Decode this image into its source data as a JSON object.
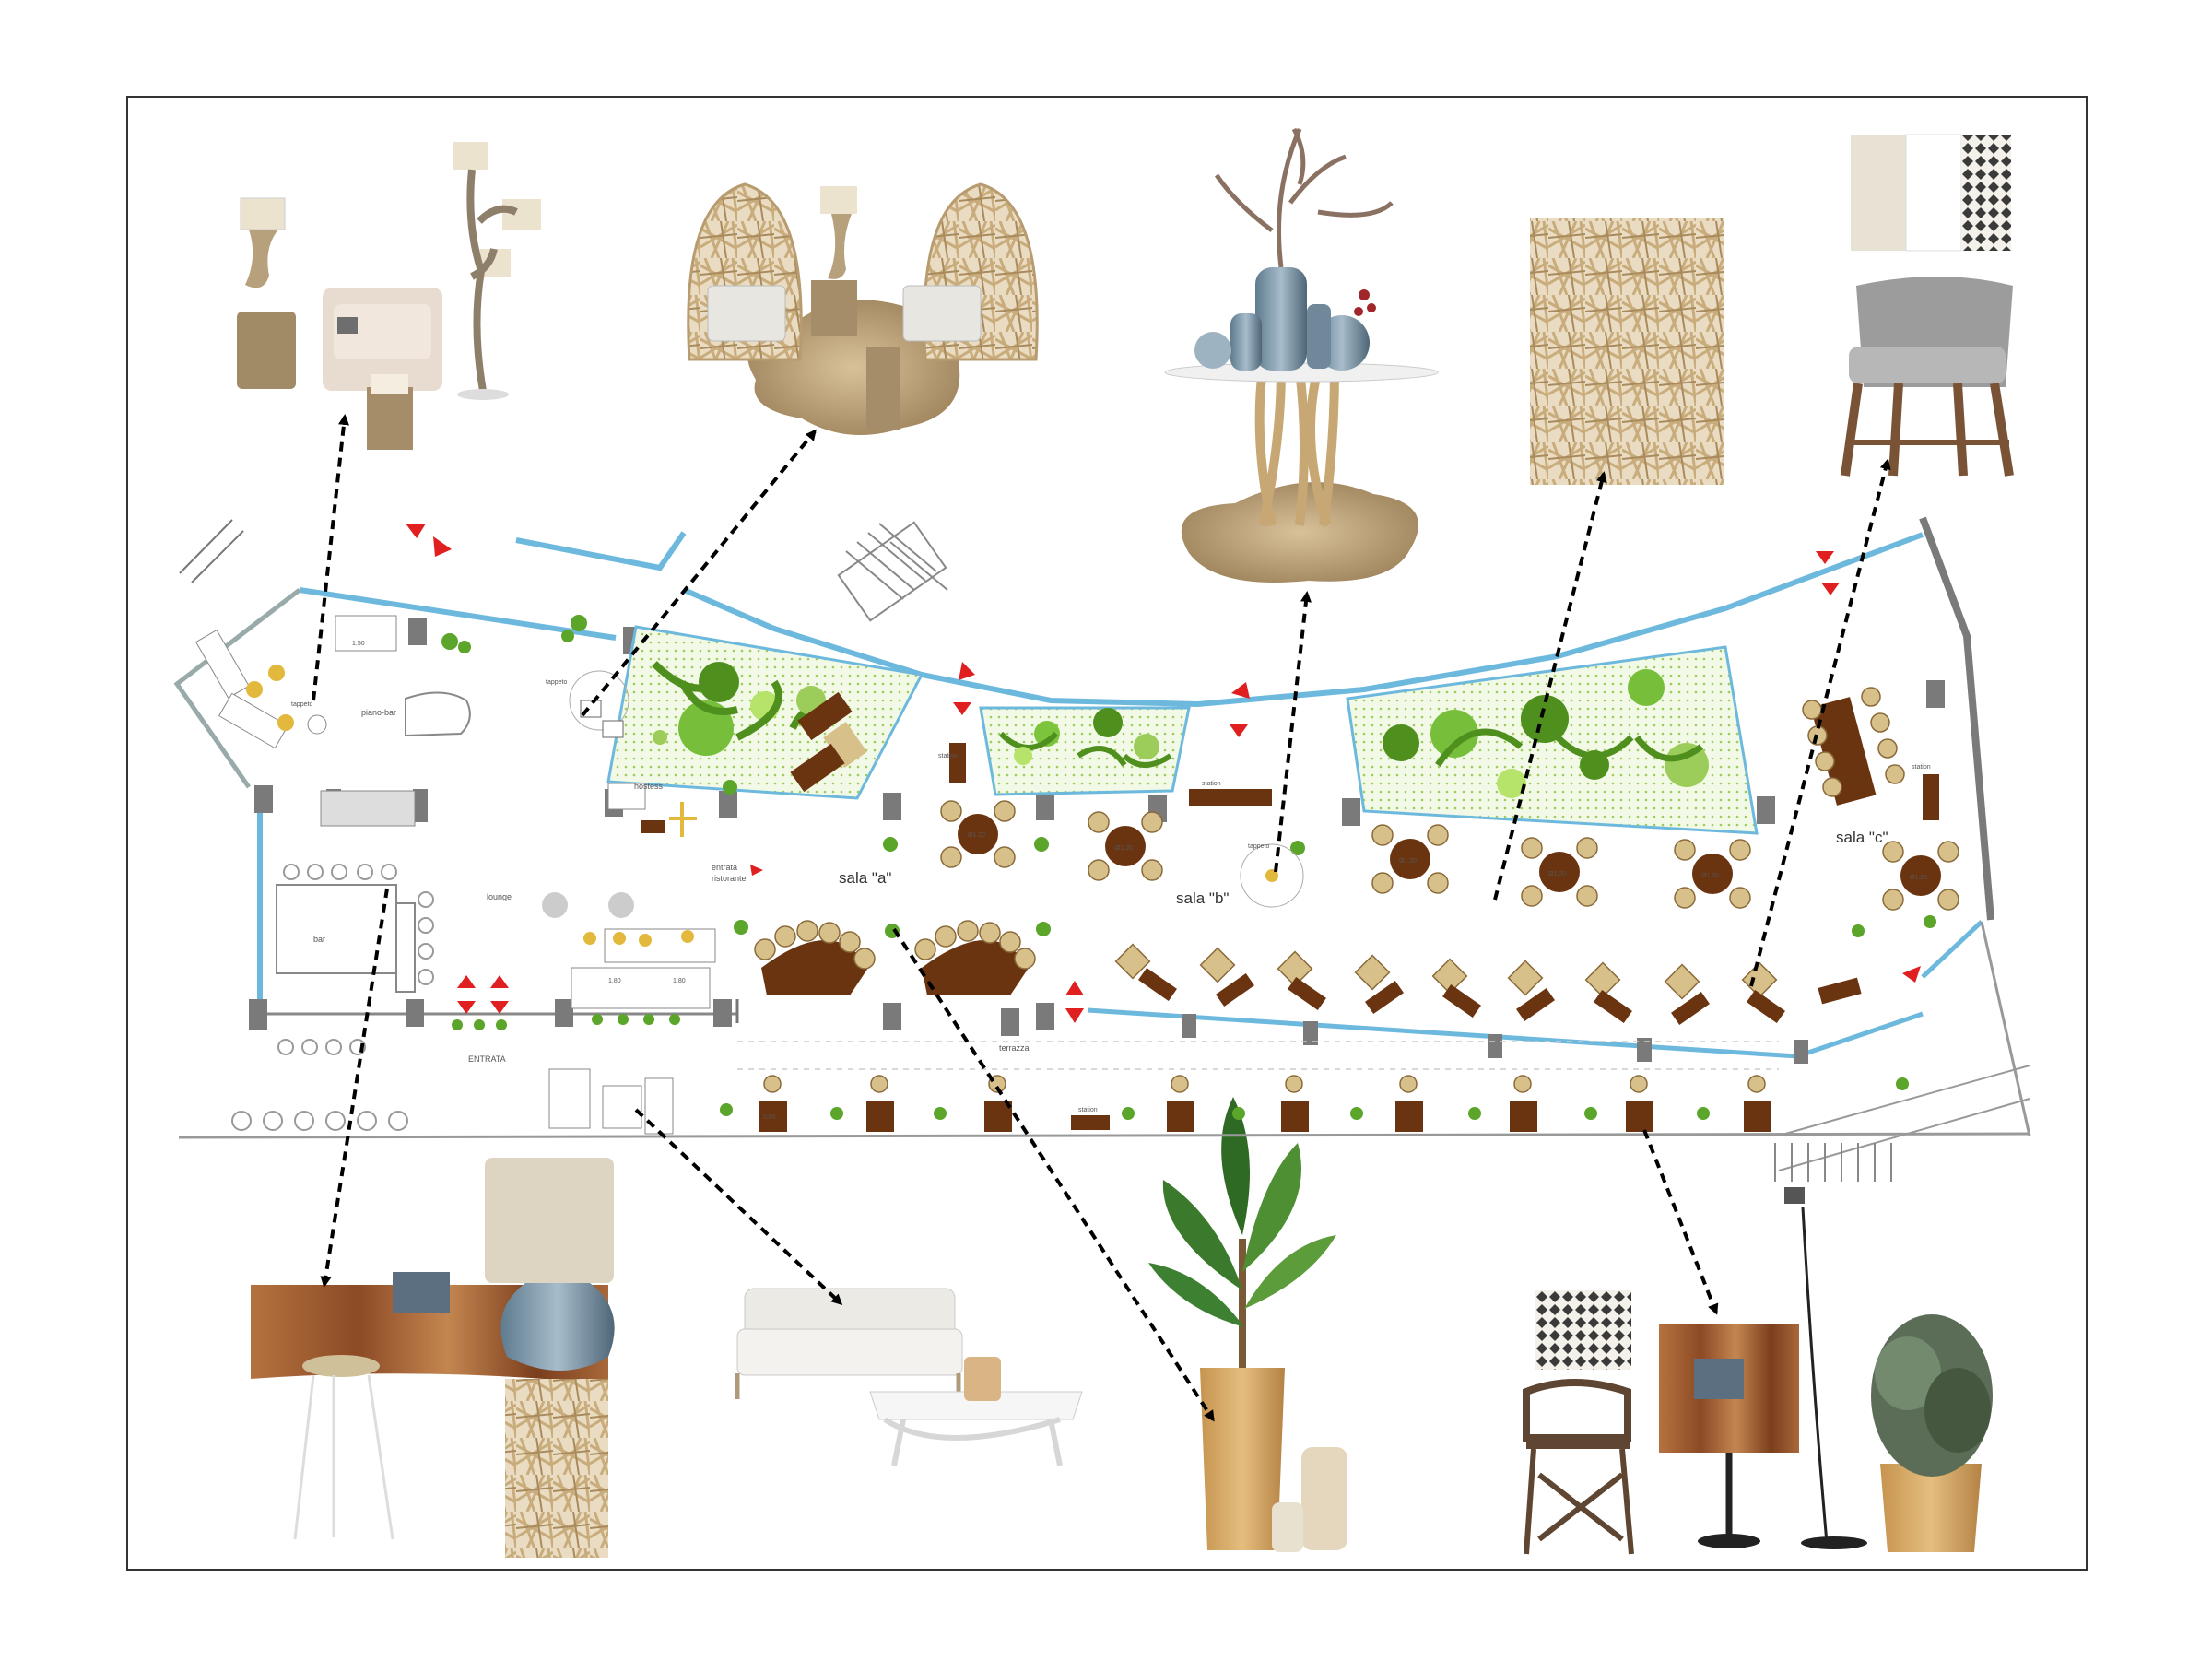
{
  "plan": {
    "labels": {
      "piano_bar": "piano-bar",
      "tappeto_1": "tappeto",
      "tappeto_2": "tappeto",
      "tappeto_3": "tappeto",
      "hostess": "hostess",
      "entrata_ristorante_1": "entrata",
      "entrata_ristorante_2": "ristorante",
      "lounge": "lounge",
      "bar": "bar",
      "entrata": "ENTRATA",
      "sala_a": "sala \"a\"",
      "sala_b": "sala \"b\"",
      "sala_c": "sala \"c\"",
      "terrazza": "terrazza",
      "station_1": "station",
      "station_2": "station",
      "station_3": "station",
      "station_4": "station"
    },
    "dimensions": {
      "d1": "1.50",
      "d2": "1.80",
      "d3": "1.80",
      "d4": "Ø1.20",
      "d5": "Ø1.20",
      "d6": "Ø1.20",
      "d7": "Ø1.20",
      "d8": "Ø1.20",
      "d9": "Ø1.20",
      "d10": "0.80"
    }
  },
  "colors": {
    "frame": "#333333",
    "wall": "#7a7a7a",
    "glass": "#6db9de",
    "arrow_red": "#e02020",
    "table_wood": "#6b3410",
    "chair_beige": "#d8c08a",
    "garden_light": "#b6e36a",
    "garden_dark": "#4f8f1e",
    "garden_mid": "#7cc43b"
  },
  "moodboard": {
    "item_1": "driftwood-lamps-and-armchair",
    "item_2": "woven-branch-chairs-on-sand",
    "item_3": "branch-table-with-vases",
    "item_4": "branch-texture-panel",
    "item_5": "grey-chair-with-fabric-swatches",
    "item_6": "wood-bar-counter-with-lamp",
    "item_7": "white-sofa-and-coffee-table",
    "item_8": "banana-plant-in-planter",
    "item_9": "chair-sign-and-olive-planter"
  }
}
